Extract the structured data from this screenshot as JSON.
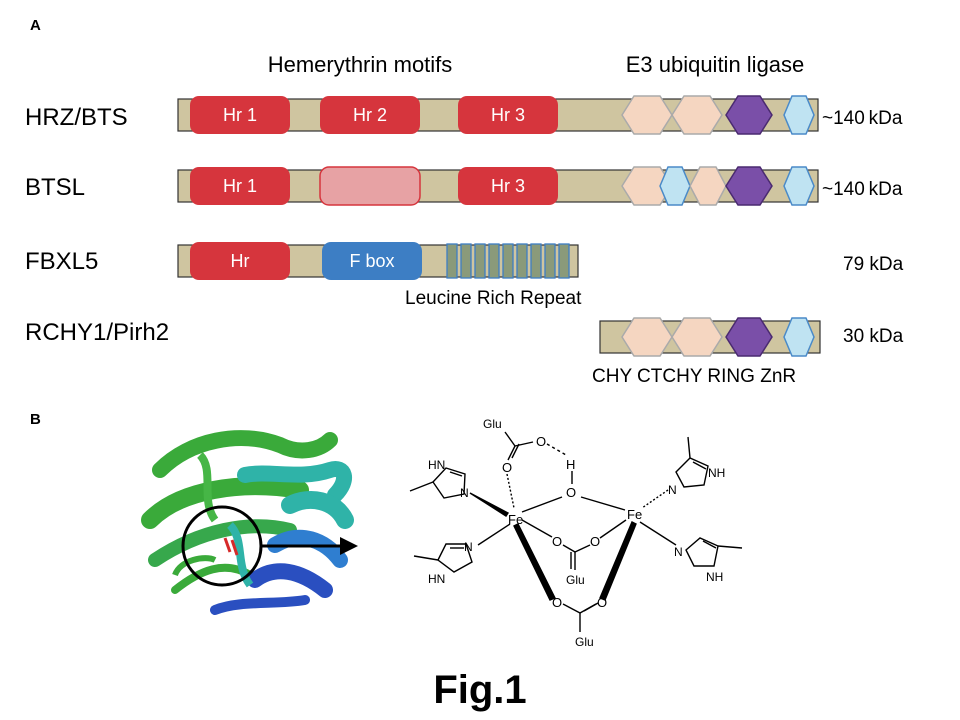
{
  "panel_a": {
    "label": "A",
    "headers": {
      "hemerythrin": "Hemerythrin motifs",
      "e3": "E3 ubiquitin ligase"
    },
    "proteins": [
      {
        "name": "HRZ/BTS",
        "size": "~140 kDa",
        "hr": [
          "Hr 1",
          "Hr 2",
          "Hr 3"
        ]
      },
      {
        "name": "BTSL",
        "size": "~140 kDa",
        "hr": [
          "Hr 1",
          "",
          "Hr 3"
        ]
      },
      {
        "name": "FBXL5",
        "size": "79 kDa",
        "hr": [
          "Hr"
        ],
        "fbox": "F box",
        "lrr_label": "Leucine Rich Repeat"
      },
      {
        "name": "RCHY1/Pirh2",
        "size": "30 kDa",
        "domains_label": "CHY CTCHY RING ZnR"
      }
    ],
    "colors": {
      "bar": "#cfc5a0",
      "hr": "#d6353d",
      "hr_faded": "#e7a2a4",
      "fbox": "#3d7ec4",
      "chy": "#f5d6c1",
      "ring": "#7a4fa8",
      "znr": "#bfe3f2",
      "lrr": "#8a9a7a"
    }
  },
  "panel_b": {
    "label": "B",
    "atoms": {
      "glu": "Glu",
      "fe": "Fe",
      "o": "O",
      "h": "H",
      "nh": "NH",
      "hn": "HN",
      "n": "N"
    },
    "ribbon_colors": {
      "green": "#3aaa3a",
      "teal": "#2fb3a8",
      "blue": "#2a4fc0"
    }
  },
  "caption": "Fig.1"
}
